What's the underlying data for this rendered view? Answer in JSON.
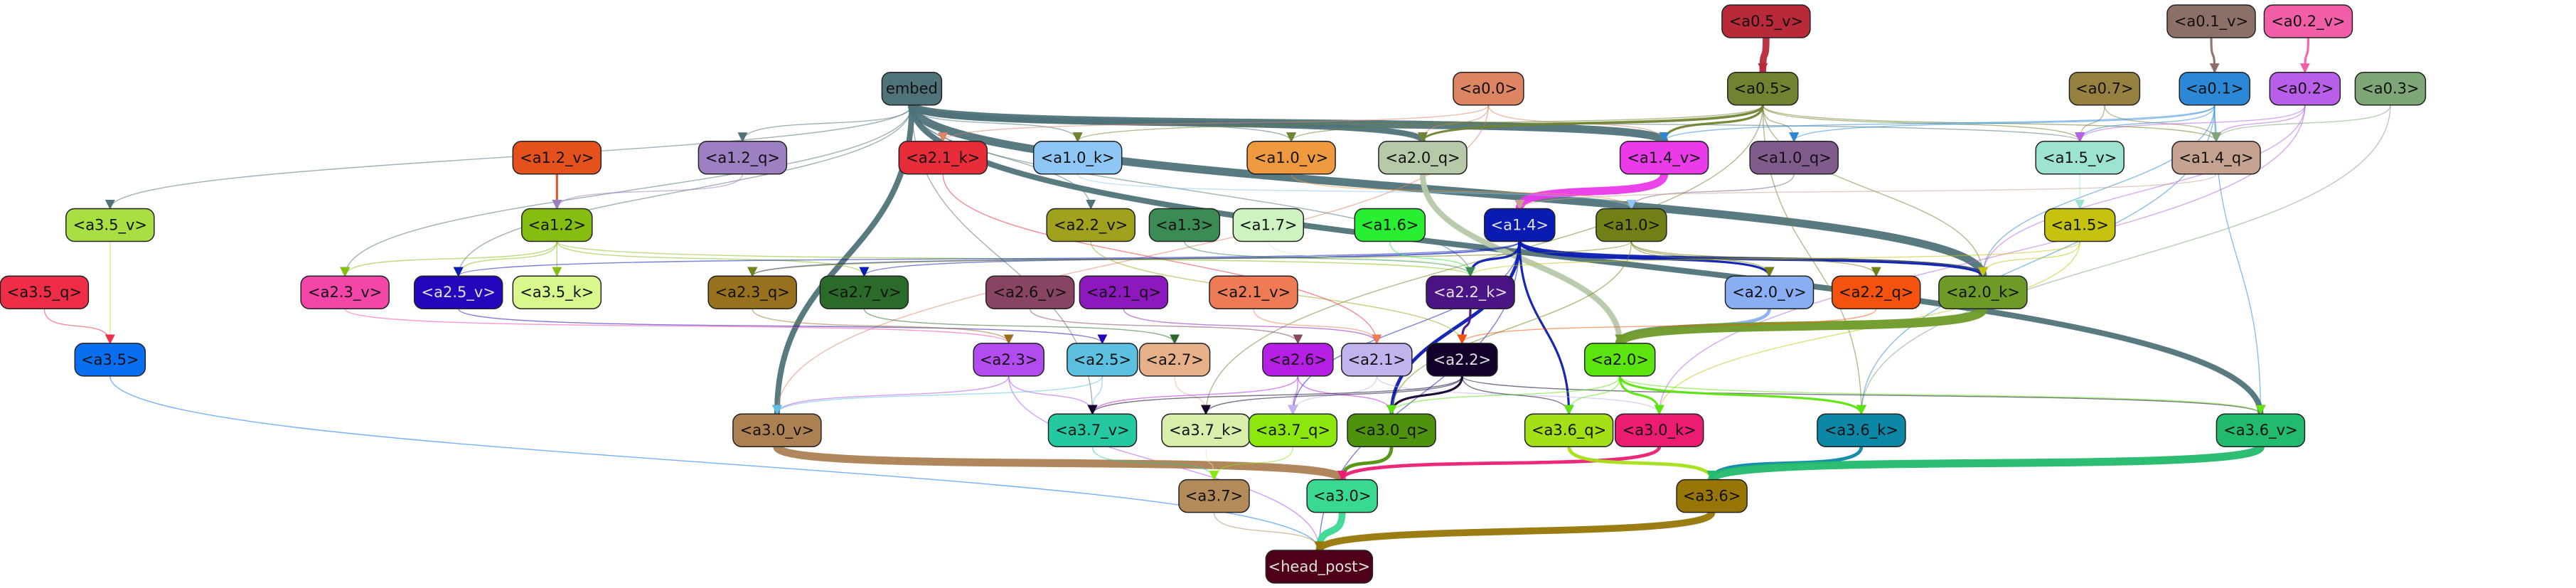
{
  "diagram": {
    "nodes": [
      {
        "id": "a0_5_v",
        "label": "<a0.5_v>",
        "color": "#b8293a"
      },
      {
        "id": "a0_1_v",
        "label": "<a0.1_v>",
        "color": "#8c7068"
      },
      {
        "id": "a0_2_v",
        "label": "<a0.2_v>",
        "color": "#f25fa8"
      },
      {
        "id": "embed",
        "label": "embed",
        "color": "#50737a"
      },
      {
        "id": "a0_0",
        "label": "<a0.0>",
        "color": "#dd8463"
      },
      {
        "id": "a0_5",
        "label": "<a0.5>",
        "color": "#6f8330"
      },
      {
        "id": "a0_7",
        "label": "<a0.7>",
        "color": "#968140"
      },
      {
        "id": "a0_1",
        "label": "<a0.1>",
        "color": "#2a88d7"
      },
      {
        "id": "a0_2",
        "label": "<a0.2>",
        "color": "#b85ee8"
      },
      {
        "id": "a0_3",
        "label": "<a0.3>",
        "color": "#7ea676"
      },
      {
        "id": "a1_2_v",
        "label": "<a1.2_v>",
        "color": "#e5511d"
      },
      {
        "id": "a1_2_q",
        "label": "<a1.2_q>",
        "color": "#9d80c2"
      },
      {
        "id": "a2_1_k",
        "label": "<a2.1_k>",
        "color": "#e72c3a"
      },
      {
        "id": "a1_0_k",
        "label": "<a1.0_k>",
        "color": "#8ec7f5"
      },
      {
        "id": "a1_0_v",
        "label": "<a1.0_v>",
        "color": "#f09a3f"
      },
      {
        "id": "a2_0_q",
        "label": "<a2.0_q>",
        "color": "#b6c9a9"
      },
      {
        "id": "a1_4_v",
        "label": "<a1.4_v>",
        "color": "#ea3ae9"
      },
      {
        "id": "a1_0_q",
        "label": "<a1.0_q>",
        "color": "#805c8c"
      },
      {
        "id": "a1_5_v",
        "label": "<a1.5_v>",
        "color": "#9de3d2"
      },
      {
        "id": "a1_4_q",
        "label": "<a1.4_q>",
        "color": "#c6a390"
      },
      {
        "id": "a3_5_v",
        "label": "<a3.5_v>",
        "color": "#a8e044"
      },
      {
        "id": "a1_2",
        "label": "<a1.2>",
        "color": "#85bd10"
      },
      {
        "id": "a2_2_v",
        "label": "<a2.2_v>",
        "color": "#a0a11c"
      },
      {
        "id": "a1_3",
        "label": "<a1.3>",
        "color": "#3d8b54"
      },
      {
        "id": "a1_7",
        "label": "<a1.7>",
        "color": "#cdf3c0"
      },
      {
        "id": "a1_6",
        "label": "<a1.6>",
        "color": "#28ef31"
      },
      {
        "id": "a1_4",
        "label": "<a1.4>",
        "color": "#0a1bb4"
      },
      {
        "id": "a1_0",
        "label": "<a1.0>",
        "color": "#738018"
      },
      {
        "id": "a1_5",
        "label": "<a1.5>",
        "color": "#c5c30e"
      },
      {
        "id": "a3_5_q",
        "label": "<a3.5_q>",
        "color": "#ef2d47"
      },
      {
        "id": "a2_3_v",
        "label": "<a2.3_v>",
        "color": "#f446a8"
      },
      {
        "id": "a2_5_v",
        "label": "<a2.5_v>",
        "color": "#2505bc"
      },
      {
        "id": "a3_5_k",
        "label": "<a3.5_k>",
        "color": "#d8f88d"
      },
      {
        "id": "a2_3_q",
        "label": "<a2.3_q>",
        "color": "#98711f"
      },
      {
        "id": "a2_7_v",
        "label": "<a2.7_v>",
        "color": "#2b6b29"
      },
      {
        "id": "a2_6_v",
        "label": "<a2.6_v>",
        "color": "#874463"
      },
      {
        "id": "a2_1_q",
        "label": "<a2.1_q>",
        "color": "#8c18be"
      },
      {
        "id": "a2_1_v",
        "label": "<a2.1_v>",
        "color": "#ef7b56"
      },
      {
        "id": "a2_2_k",
        "label": "<a2.2_k>",
        "color": "#4b1484"
      },
      {
        "id": "a2_0_v",
        "label": "<a2.0_v>",
        "color": "#89aef3"
      },
      {
        "id": "a2_2_q",
        "label": "<a2.2_q>",
        "color": "#f4530f"
      },
      {
        "id": "a2_0_k",
        "label": "<a2.0_k>",
        "color": "#6e9a28"
      },
      {
        "id": "a3_5",
        "label": "<a3.5>",
        "color": "#0a6ef0"
      },
      {
        "id": "a2_3",
        "label": "<a2.3>",
        "color": "#b24cef"
      },
      {
        "id": "a2_5",
        "label": "<a2.5>",
        "color": "#5cc1e1"
      },
      {
        "id": "a2_7",
        "label": "<a2.7>",
        "color": "#e6b088"
      },
      {
        "id": "a2_6",
        "label": "<a2.6>",
        "color": "#b41fe3"
      },
      {
        "id": "a2_1",
        "label": "<a2.1>",
        "color": "#c2b3ef"
      },
      {
        "id": "a2_2",
        "label": "<a2.2>",
        "color": "#12002b"
      },
      {
        "id": "a2_0",
        "label": "<a2.0>",
        "color": "#5be40e"
      },
      {
        "id": "a3_0_v",
        "label": "<a3.0_v>",
        "color": "#ac8053"
      },
      {
        "id": "a3_7_v",
        "label": "<a3.7_v>",
        "color": "#25c9a1"
      },
      {
        "id": "a3_7_k",
        "label": "<a3.7_k>",
        "color": "#daeeab"
      },
      {
        "id": "a3_7_q",
        "label": "<a3.7_q>",
        "color": "#8ce70e"
      },
      {
        "id": "a3_0_q",
        "label": "<a3.0_q>",
        "color": "#4e920d"
      },
      {
        "id": "a3_6_q",
        "label": "<a3.6_q>",
        "color": "#a3e016"
      },
      {
        "id": "a3_0_k",
        "label": "<a3.0_k>",
        "color": "#ec1c73"
      },
      {
        "id": "a3_6_k",
        "label": "<a3.6_k>",
        "color": "#0d87a6"
      },
      {
        "id": "a3_6_v",
        "label": "<a3.6_v>",
        "color": "#22ba6d"
      },
      {
        "id": "a3_7",
        "label": "<a3.7>",
        "color": "#b38b5b"
      },
      {
        "id": "a3_0",
        "label": "<a3.0>",
        "color": "#3ad992"
      },
      {
        "id": "a3_6",
        "label": "<a3.6>",
        "color": "#977607"
      },
      {
        "id": "head",
        "label": "<head_post>",
        "color": "#4f0019"
      }
    ],
    "edges": [
      {
        "from": "a0_5_v",
        "to": "a0_5",
        "w": 6
      },
      {
        "from": "a0_1_v",
        "to": "a0_1",
        "w": 2
      },
      {
        "from": "a0_2_v",
        "to": "a0_2",
        "w": 2
      },
      {
        "from": "embed",
        "to": "a3_0_v",
        "w": 5
      },
      {
        "from": "embed",
        "to": "a3_6_v",
        "w": 5
      },
      {
        "from": "embed",
        "to": "a2_0_k",
        "w": 7
      },
      {
        "from": "embed",
        "to": "a1_4_v",
        "w": 7
      },
      {
        "from": "embed",
        "to": "a2_0_q",
        "w": 5
      },
      {
        "from": "embed",
        "to": "a1_2_q",
        "w": 1
      },
      {
        "from": "embed",
        "to": "a2_1_k",
        "w": 1
      },
      {
        "from": "embed",
        "to": "a1_0_k",
        "w": 1
      },
      {
        "from": "embed",
        "to": "a1_0_v",
        "w": 1
      },
      {
        "from": "embed",
        "to": "a3_5_v",
        "w": 1
      },
      {
        "from": "embed",
        "to": "a2_3_v",
        "w": 1
      },
      {
        "from": "embed",
        "to": "a2_5_v",
        "w": 1
      },
      {
        "from": "embed",
        "to": "a2_2_v",
        "w": 1
      },
      {
        "from": "embed",
        "to": "a3_7_v",
        "w": 1
      },
      {
        "from": "embed",
        "to": "a2_2_k",
        "w": 1
      },
      {
        "from": "embed",
        "to": "a1_5_v",
        "w": 1
      },
      {
        "from": "a0_0",
        "to": "a1_4_v",
        "w": 1
      },
      {
        "from": "a0_0",
        "to": "a2_1_k",
        "w": 1
      },
      {
        "from": "a0_0",
        "to": "a2_0_q",
        "w": 1
      },
      {
        "from": "a0_0",
        "to": "a3_0_v",
        "w": 1
      },
      {
        "from": "a0_5",
        "to": "a1_4_v",
        "w": 2
      },
      {
        "from": "a0_5",
        "to": "a2_0_q",
        "w": 2
      },
      {
        "from": "a0_5",
        "to": "a1_0_q",
        "w": 1
      },
      {
        "from": "a0_5",
        "to": "a1_5_v",
        "w": 1
      },
      {
        "from": "a0_5",
        "to": "a1_0_v",
        "w": 1
      },
      {
        "from": "a0_5",
        "to": "a2_0_k",
        "w": 1
      },
      {
        "from": "a0_5",
        "to": "a3_6_k",
        "w": 1
      },
      {
        "from": "a0_5",
        "to": "a1_4_q",
        "w": 1
      },
      {
        "from": "a0_5",
        "to": "a1_0_k",
        "w": 1
      },
      {
        "from": "a0_5",
        "to": "a3_7_k",
        "w": 1
      },
      {
        "from": "a0_7",
        "to": "a1_5_v",
        "w": 1
      },
      {
        "from": "a0_7",
        "to": "a1_4_q",
        "w": 1
      },
      {
        "from": "a0_1",
        "to": "a1_5_v",
        "w": 1
      },
      {
        "from": "a0_1",
        "to": "a1_4_q",
        "w": 1
      },
      {
        "from": "a0_1",
        "to": "a1_4_v",
        "w": 1
      },
      {
        "from": "a0_1",
        "to": "a1_0_q",
        "w": 1
      },
      {
        "from": "a0_1",
        "to": "a2_0_k",
        "w": 1
      },
      {
        "from": "a0_1",
        "to": "a3_6_v",
        "w": 1
      },
      {
        "from": "a0_1",
        "to": "a3_6_k",
        "w": 1
      },
      {
        "from": "a0_2",
        "to": "a1_5_v",
        "w": 1
      },
      {
        "from": "a0_2",
        "to": "a1_4_q",
        "w": 1
      },
      {
        "from": "a0_2",
        "to": "a2_0_k",
        "w": 1
      },
      {
        "from": "a0_2",
        "to": "a3_0_k",
        "w": 1
      },
      {
        "from": "a0_3",
        "to": "a1_4_q",
        "w": 1
      },
      {
        "from": "a0_3",
        "to": "a3_6_k",
        "w": 1
      },
      {
        "from": "a1_2_v",
        "to": "a1_2",
        "w": 2
      },
      {
        "from": "a1_2_q",
        "to": "a1_2",
        "w": 1
      },
      {
        "from": "a1_4_v",
        "to": "a1_4",
        "w": 7
      },
      {
        "from": "a1_0_q",
        "to": "a1_0",
        "w": 1
      },
      {
        "from": "a1_0_v",
        "to": "a1_0",
        "w": 1
      },
      {
        "from": "a1_0_k",
        "to": "a1_0",
        "w": 1
      },
      {
        "from": "a2_0_q",
        "to": "a2_0",
        "w": 5
      },
      {
        "from": "a2_1_k",
        "to": "a2_1",
        "w": 1
      },
      {
        "from": "a1_5_v",
        "to": "a1_5",
        "w": 1
      },
      {
        "from": "a1_4_q",
        "to": "a1_4",
        "w": 1
      },
      {
        "from": "a3_5_v",
        "to": "a3_5",
        "w": 1
      },
      {
        "from": "a3_5_q",
        "to": "a3_5",
        "w": 1
      },
      {
        "from": "a1_2",
        "to": "a2_3_v",
        "w": 1
      },
      {
        "from": "a1_2",
        "to": "a2_5_v",
        "w": 1
      },
      {
        "from": "a1_2",
        "to": "a3_5_k",
        "w": 1
      },
      {
        "from": "a1_2",
        "to": "a2_2_k",
        "w": 1
      },
      {
        "from": "a1_2",
        "to": "a2_7_v",
        "w": 1
      },
      {
        "from": "a1_4",
        "to": "a2_0_k",
        "w": 3
      },
      {
        "from": "a1_4",
        "to": "a2_0_v",
        "w": 2
      },
      {
        "from": "a1_4",
        "to": "a2_2_k",
        "w": 2
      },
      {
        "from": "a1_4",
        "to": "a3_0_q",
        "w": 3
      },
      {
        "from": "a1_4",
        "to": "a3_6_q",
        "w": 2
      },
      {
        "from": "a1_4",
        "to": "a2_3_q",
        "w": 1
      },
      {
        "from": "a1_4",
        "to": "a2_7_v",
        "w": 1
      },
      {
        "from": "a1_4",
        "to": "a2_5_v",
        "w": 1
      },
      {
        "from": "a1_4",
        "to": "a3_7_q",
        "w": 1
      },
      {
        "from": "a1_4",
        "to": "head",
        "w": 1
      },
      {
        "from": "a1_0",
        "to": "a2_0_v",
        "w": 1
      },
      {
        "from": "a1_0",
        "to": "a2_2_q",
        "w": 1
      },
      {
        "from": "a1_0",
        "to": "a2_3_q",
        "w": 1
      },
      {
        "from": "a1_0",
        "to": "a2_0_k",
        "w": 1
      },
      {
        "from": "a1_0",
        "to": "a3_0_q",
        "w": 1
      },
      {
        "from": "a1_5",
        "to": "a2_0_k",
        "w": 1
      },
      {
        "from": "a1_5",
        "to": "a2_2_k",
        "w": 1
      },
      {
        "from": "a1_5",
        "to": "a3_0_k",
        "w": 1
      },
      {
        "from": "a1_6",
        "to": "a2_2_k",
        "w": 1
      },
      {
        "from": "a1_7",
        "to": "a2_2_k",
        "w": 1
      },
      {
        "from": "a1_3",
        "to": "a2_2_k",
        "w": 1
      },
      {
        "from": "a2_2_v",
        "to": "a2_2",
        "w": 1
      },
      {
        "from": "a2_3_v",
        "to": "a2_3",
        "w": 1
      },
      {
        "from": "a2_5_v",
        "to": "a2_5",
        "w": 1
      },
      {
        "from": "a2_7_v",
        "to": "a2_7",
        "w": 1
      },
      {
        "from": "a2_6_v",
        "to": "a2_6",
        "w": 1
      },
      {
        "from": "a2_1_q",
        "to": "a2_1",
        "w": 1
      },
      {
        "from": "a2_1_v",
        "to": "a2_1",
        "w": 1
      },
      {
        "from": "a2_2_k",
        "to": "a2_2",
        "w": 2
      },
      {
        "from": "a2_0_v",
        "to": "a2_0",
        "w": 3
      },
      {
        "from": "a2_0_k",
        "to": "a2_0",
        "w": 8
      },
      {
        "from": "a2_2_q",
        "to": "a2_2",
        "w": 1
      },
      {
        "from": "a2_3_q",
        "to": "a2_3",
        "w": 1
      },
      {
        "from": "a2_3",
        "to": "a3_0_v",
        "w": 1
      },
      {
        "from": "a2_3",
        "to": "a3_7_v",
        "w": 1
      },
      {
        "from": "a2_3",
        "to": "head",
        "w": 1
      },
      {
        "from": "a2_5",
        "to": "a3_7_v",
        "w": 1
      },
      {
        "from": "a2_5",
        "to": "a3_0_v",
        "w": 1
      },
      {
        "from": "a2_7",
        "to": "a3_7_k",
        "w": 1
      },
      {
        "from": "a2_6",
        "to": "a3_7_q",
        "w": 1
      },
      {
        "from": "a2_6",
        "to": "a3_0_q",
        "w": 1
      },
      {
        "from": "a2_6",
        "to": "a3_7_v",
        "w": 1
      },
      {
        "from": "a2_1",
        "to": "a3_7_q",
        "w": 1
      },
      {
        "from": "a2_1",
        "to": "a3_0_k",
        "w": 1
      },
      {
        "from": "a2_2",
        "to": "a3_0_q",
        "w": 2
      },
      {
        "from": "a2_2",
        "to": "a3_7_k",
        "w": 1
      },
      {
        "from": "a2_2",
        "to": "a3_6_q",
        "w": 1
      },
      {
        "from": "a2_2",
        "to": "a3_6_v",
        "w": 1
      },
      {
        "from": "a2_2",
        "to": "a3_7_v",
        "w": 1
      },
      {
        "from": "a2_0",
        "to": "a3_6_k",
        "w": 2
      },
      {
        "from": "a2_0",
        "to": "a3_0_k",
        "w": 2
      },
      {
        "from": "a2_0",
        "to": "a3_6_q",
        "w": 1
      },
      {
        "from": "a2_0",
        "to": "a3_0_q",
        "w": 1
      },
      {
        "from": "a2_0",
        "to": "a3_6_v",
        "w": 1
      },
      {
        "from": "a3_5",
        "to": "head",
        "w": 1
      },
      {
        "from": "a3_0_v",
        "to": "a3_0",
        "w": 7
      },
      {
        "from": "a3_7_v",
        "to": "a3_7",
        "w": 1
      },
      {
        "from": "a3_7_k",
        "to": "a3_7",
        "w": 1
      },
      {
        "from": "a3_7_q",
        "to": "a3_7",
        "w": 1
      },
      {
        "from": "a3_0_q",
        "to": "a3_0",
        "w": 3
      },
      {
        "from": "a3_0_k",
        "to": "a3_0",
        "w": 3
      },
      {
        "from": "a3_6_q",
        "to": "a3_6",
        "w": 3
      },
      {
        "from": "a3_6_k",
        "to": "a3_6",
        "w": 3
      },
      {
        "from": "a3_6_v",
        "to": "a3_6",
        "w": 7
      },
      {
        "from": "a3_7",
        "to": "head",
        "w": 1
      },
      {
        "from": "a3_0",
        "to": "head",
        "w": 6
      },
      {
        "from": "a3_6",
        "to": "head",
        "w": 6
      }
    ]
  }
}
